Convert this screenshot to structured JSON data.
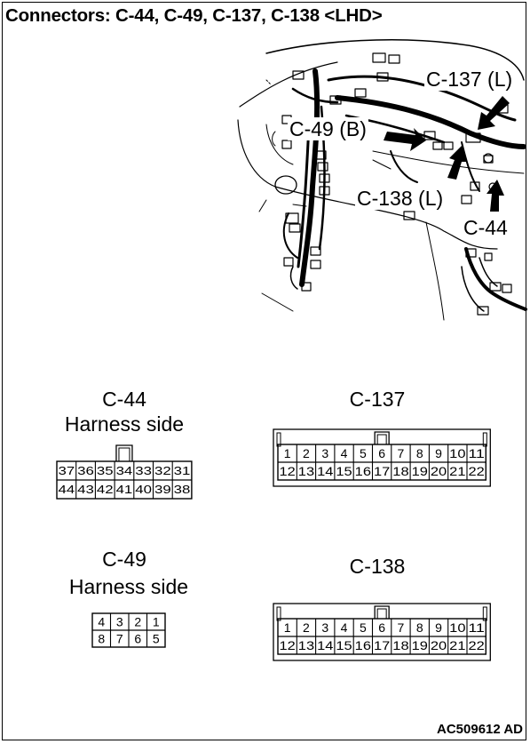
{
  "title": "Connectors: C-44, C-49, C-137, C-138 <LHD>",
  "callouts": {
    "c137": "C-137 (L)",
    "c49": "C-49 (B)",
    "c138": "C-138 (L)",
    "c44": "C-44"
  },
  "connectors": {
    "c44": {
      "name": "C-44",
      "subtitle": "Harness side",
      "top_row": [
        "37",
        "36",
        "35",
        "34",
        "33",
        "32",
        "31"
      ],
      "bottom_row": [
        "44",
        "43",
        "42",
        "41",
        "40",
        "39",
        "38"
      ]
    },
    "c137": {
      "name": "C-137",
      "top_row": [
        "1",
        "2",
        "3",
        "4",
        "5",
        "6",
        "7",
        "8",
        "9",
        "10",
        "11"
      ],
      "bottom_row": [
        "12",
        "13",
        "14",
        "15",
        "16",
        "17",
        "18",
        "19",
        "20",
        "21",
        "22"
      ]
    },
    "c49": {
      "name": "C-49",
      "subtitle": "Harness side",
      "top_row": [
        "4",
        "3",
        "2",
        "1"
      ],
      "bottom_row": [
        "8",
        "7",
        "6",
        "5"
      ]
    },
    "c138": {
      "name": "C-138",
      "top_row": [
        "1",
        "2",
        "3",
        "4",
        "5",
        "6",
        "7",
        "8",
        "9",
        "10",
        "11"
      ],
      "bottom_row": [
        "12",
        "13",
        "14",
        "15",
        "16",
        "17",
        "18",
        "19",
        "20",
        "21",
        "22"
      ]
    }
  },
  "figure_code": "AC509612 AD"
}
